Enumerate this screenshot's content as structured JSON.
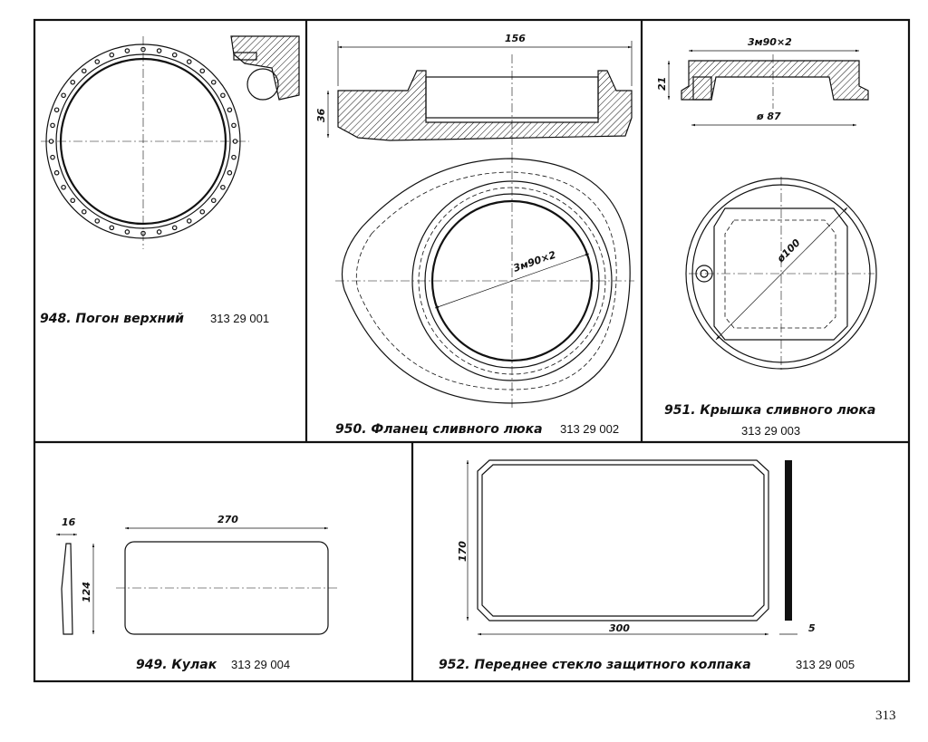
{
  "page_number": "313",
  "parts": [
    {
      "number": "948.",
      "name": "Погон верхний",
      "code": "313 29 001"
    },
    {
      "number": "949.",
      "name": "Кулак",
      "code": "313 29 004",
      "dims": {
        "thickness": "16",
        "length": "270",
        "height": "124"
      }
    },
    {
      "number": "950.",
      "name": "Фланец сливного люка",
      "code": "313 29 002",
      "dims": {
        "width": "156",
        "height": "36",
        "thread": "3м90×2"
      }
    },
    {
      "number": "951.",
      "name": "Крышка сливного люка",
      "code": "313 29 003",
      "dims": {
        "thread": "3м90×2",
        "height": "21",
        "diameter": "ø 87",
        "outer": "ø100"
      }
    },
    {
      "number": "952.",
      "name": "Переднее стекло защитного колпака",
      "code": "313 29 005",
      "dims": {
        "height": "170",
        "width": "300",
        "thickness": "5"
      }
    }
  ]
}
